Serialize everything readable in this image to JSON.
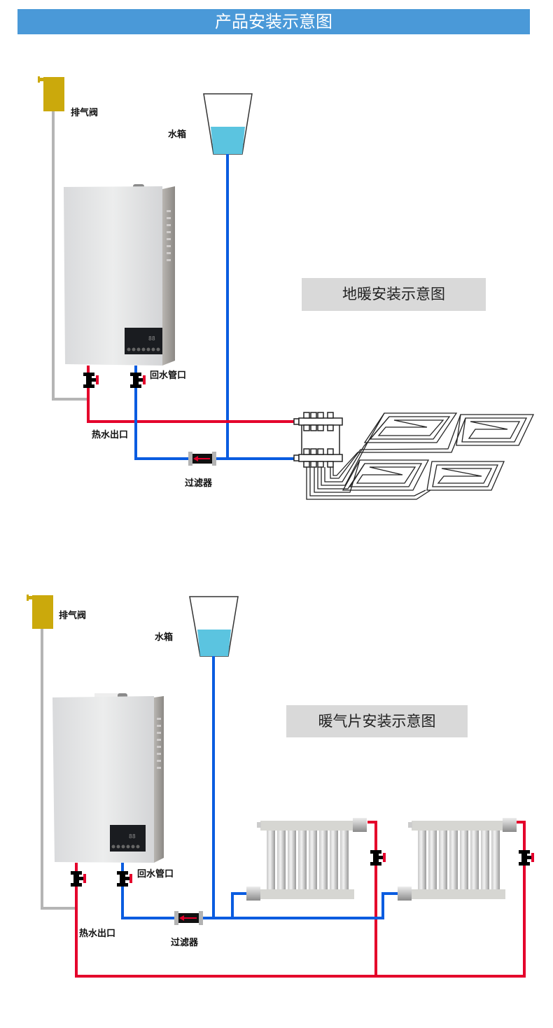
{
  "header": {
    "title": "产品安装示意图"
  },
  "colors": {
    "banner": "#4a99d8",
    "hot_pipe": "#e4002b",
    "cold_pipe": "#0a5ce0",
    "vent_pipe": "#b5b5b5",
    "vent_valve": "#cba90c",
    "water": "#5bc4e0",
    "caption_bg": "#d9d9d9"
  },
  "diagram_floor": {
    "caption": "地暖安装示意图",
    "labels": {
      "vent_valve": "排气阀",
      "water_tank": "水箱",
      "return_inlet": "回水管口",
      "hot_outlet": "热水出口",
      "filter": "过滤器"
    }
  },
  "diagram_radiator": {
    "caption": "暖气片安装示意图",
    "labels": {
      "vent_valve": "排气阀",
      "water_tank": "水箱",
      "return_inlet": "回水管口",
      "hot_outlet": "热水出口",
      "filter": "过滤器"
    }
  }
}
